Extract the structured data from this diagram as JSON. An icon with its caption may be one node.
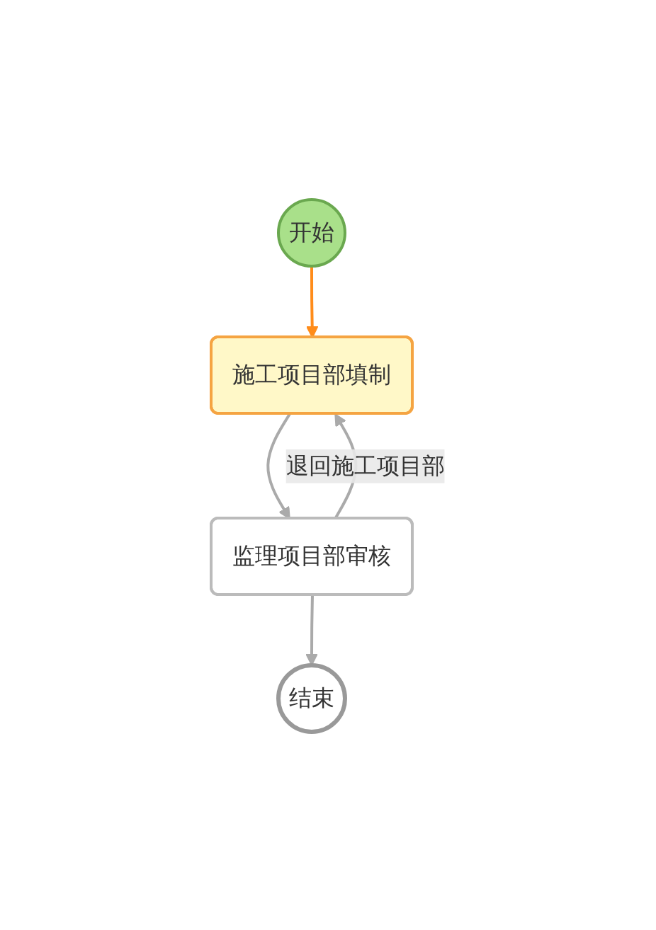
{
  "diagram": {
    "nodes": [
      {
        "text": [
          "开始"
        ]
      },
      {
        "text": [
          "施工项目部填制"
        ]
      },
      {
        "text": [
          "监理项目部审核"
        ]
      },
      {
        "text": [
          "结束"
        ]
      }
    ],
    "edges": [
      {
        "from": 0,
        "to": 1,
        "arrow": "to",
        "color": "#ff8c1a"
      },
      {
        "from": 1,
        "to": 2,
        "arrow": "to"
      },
      {
        "from": 2,
        "to": 1,
        "arrow": "to",
        "label": "退回施工项目部"
      },
      {
        "from": 2,
        "to": 3,
        "arrow": "to"
      }
    ]
  }
}
